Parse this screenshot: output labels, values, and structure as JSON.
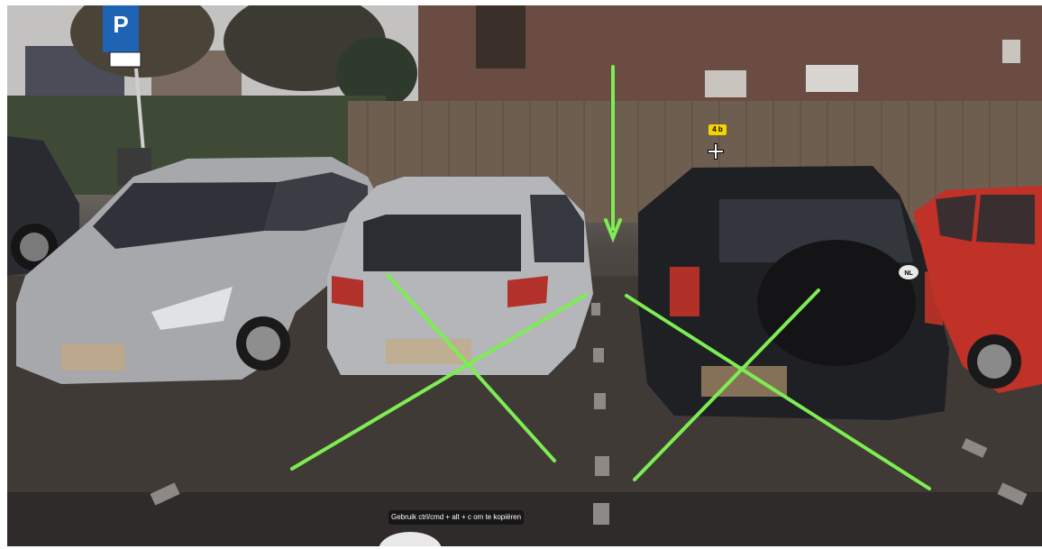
{
  "viewer": {
    "coordinate_badge": "4 b",
    "copy_hint": "Gebruik ctrl/cmd + alt + c om te kopiëren",
    "license_plate_badge": "NL",
    "colors": {
      "annotation": "#7ded52",
      "badge": "#f5d300"
    },
    "icons": [
      "parking-sign-icon",
      "crosshair-icon",
      "down-arrow-icon"
    ]
  }
}
